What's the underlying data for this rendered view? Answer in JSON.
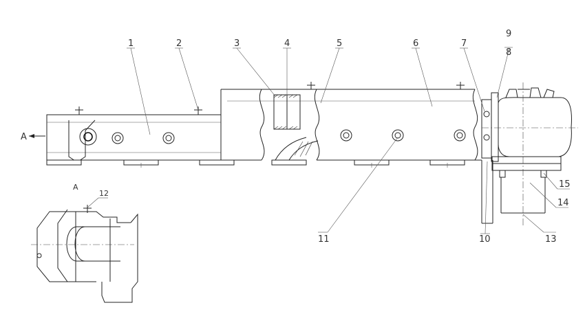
{
  "view_marker": "A",
  "section_label": "A",
  "callouts": {
    "c1": "1",
    "c2": "2",
    "c3": "3",
    "c4": "4",
    "c5": "5",
    "c6": "6",
    "c7": "7",
    "c8": "8",
    "c9": "9",
    "c10": "10",
    "c11": "11",
    "c12": "12",
    "c13": "13",
    "c14": "14",
    "c15": "15"
  }
}
